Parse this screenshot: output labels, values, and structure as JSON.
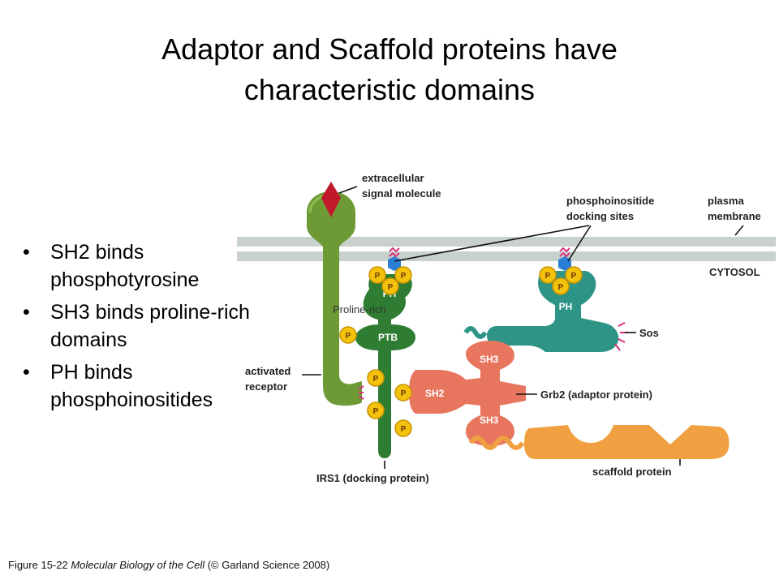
{
  "title": {
    "line1": "Adaptor and Scaffold proteins have",
    "line2": "characteristic domains"
  },
  "bullets": [
    "SH2 binds phosphotyrosine",
    "SH3 binds proline-rich domains",
    "PH binds phosphoinositides"
  ],
  "diagram": {
    "labels": {
      "extracellular_1": "extracellular",
      "extracellular_2": "signal molecule",
      "pi_sites_1": "phosphoinositide",
      "pi_sites_2": "docking sites",
      "plasma_1": "plasma",
      "plasma_2": "membrane",
      "cytosol": "CYTOSOL",
      "proline_rich": "Proline-rich",
      "activated_1": "activated",
      "activated_2": "receptor",
      "sos": "Sos",
      "grb2": "Grb2 (adaptor protein)",
      "irs1": "IRS1 (docking protein)",
      "scaffold": "scaffold protein"
    },
    "domains": {
      "ph": "PH",
      "ptb": "PTB",
      "sh2": "SH2",
      "sh3_top": "SH3",
      "sh3_bottom": "SH3",
      "phospho": "P"
    },
    "colors": {
      "receptor": "#6e9a36",
      "irs1": "#2e7d32",
      "teal": "#2e9486",
      "grb2": "#e8765f",
      "scaffold": "#f0a040",
      "membrane": "#c9d1cc",
      "phospho": "#f4c20d",
      "signal": "#c0192b"
    }
  },
  "footer": {
    "figure": "Figure 15-22",
    "book": "Molecular Biology of the Cell",
    "credit": "(© Garland Science 2008)"
  }
}
